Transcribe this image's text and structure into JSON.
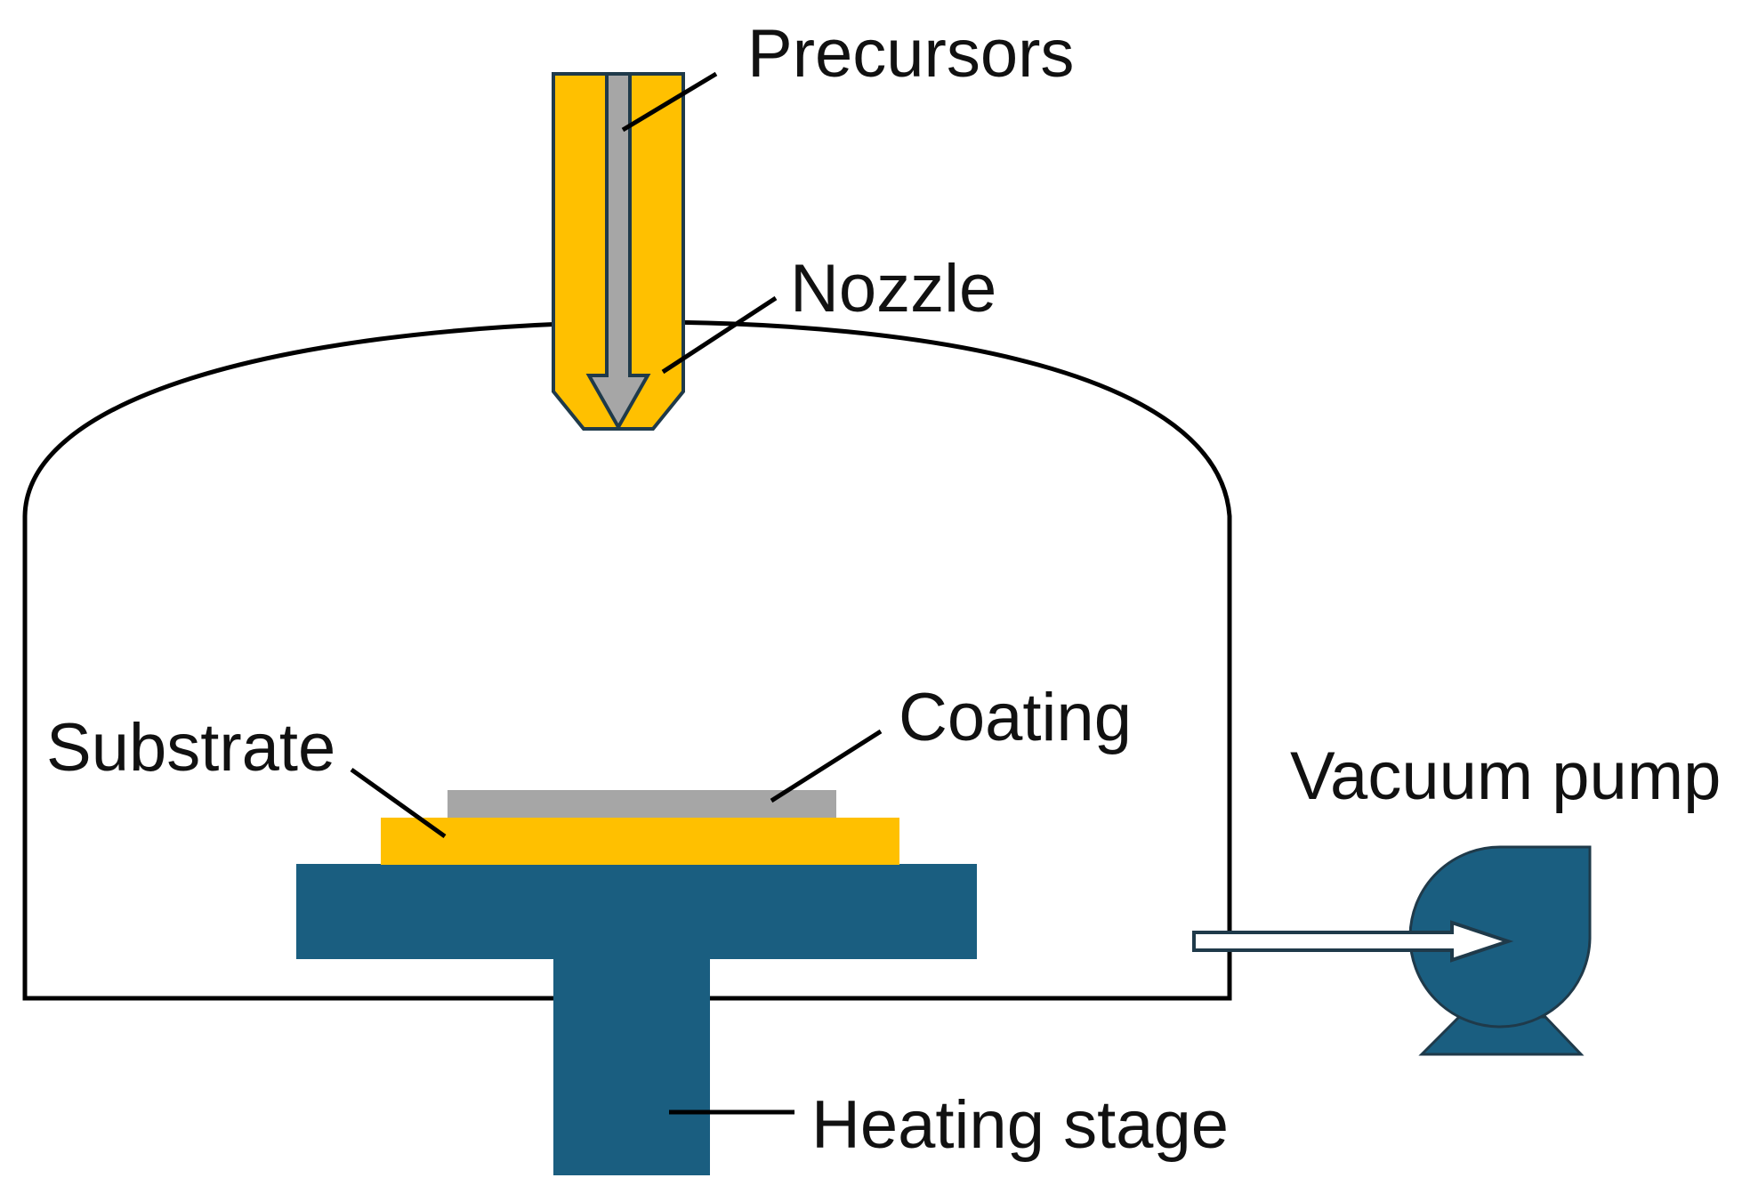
{
  "labels": {
    "precursors": "Precursors",
    "nozzle": "Nozzle",
    "coating": "Coating",
    "substrate": "Substrate",
    "vacuum_pump": "Vacuum pump",
    "heating_stage": "Heating stage"
  },
  "colors": {
    "chamber_outline": "#000000",
    "nozzle_fill": "#FFC000",
    "nozzle_outline": "#1F3A4A",
    "precursor_flow": "#A6A6A6",
    "coating": "#A6A6A6",
    "substrate": "#FFC000",
    "heating_stage": "#1A5E80",
    "vacuum_pump": "#1A5E80",
    "leader_line": "#000000"
  }
}
